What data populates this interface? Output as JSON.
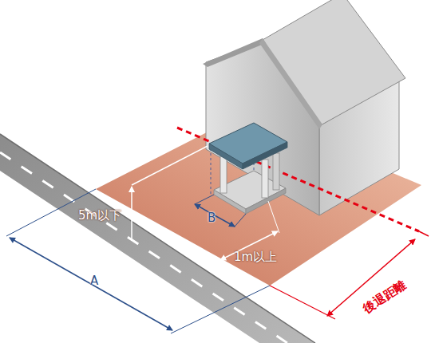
{
  "diagram": {
    "labels": [
      "5m以下",
      "B",
      "1m以上",
      "A",
      "後退距離"
    ]
  }
}
